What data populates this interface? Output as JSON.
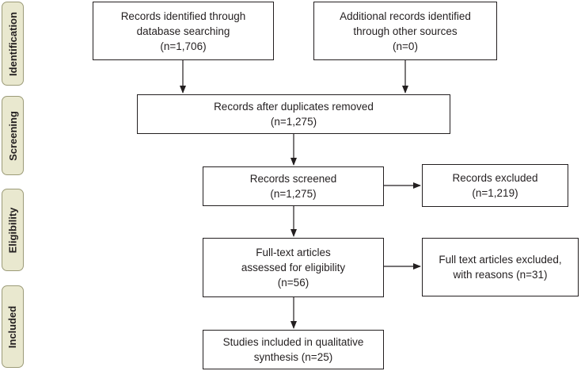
{
  "phases": {
    "identification": "Identification",
    "screening": "Screening",
    "eligibility": "Eligibility",
    "included": "Included"
  },
  "boxes": {
    "database": {
      "line1": "Records identified through",
      "line2": "database searching",
      "line3": "(n=1,706)"
    },
    "other": {
      "line1": "Additional records identified",
      "line2": "through other sources",
      "line3": "(n=0)"
    },
    "duplicates": {
      "line1": "Records after duplicates removed",
      "line2": "(n=1,275)"
    },
    "screened": {
      "line1": "Records screened",
      "line2": "(n=1,275)"
    },
    "excluded": {
      "line1": "Records excluded",
      "line2": "(n=1,219)"
    },
    "fulltext": {
      "line1": "Full-text articles",
      "line2": "assessed for eligibility",
      "line3": "(n=56)"
    },
    "fulltext_excluded": {
      "line1": "Full text articles excluded,",
      "line2": "with reasons (n=31)"
    },
    "included": {
      "line1": "Studies included in qualitative",
      "line2": "synthesis (n=25)"
    }
  },
  "colors": {
    "phase_fill": "#e9e8cf",
    "phase_border": "#9c9b78",
    "line": "#231f20"
  }
}
